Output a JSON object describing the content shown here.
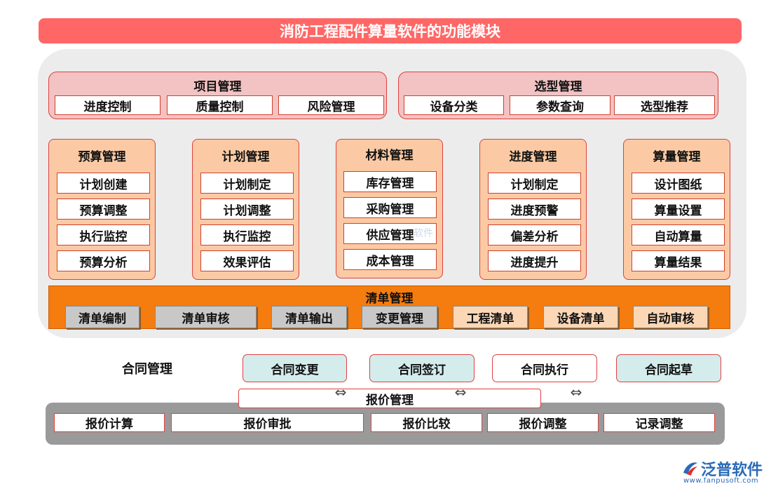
{
  "title": "消防工程配件算量软件的功能模块",
  "xiangmu": {
    "head": "项目管理",
    "items": [
      "进度控制",
      "质量控制",
      "风险管理"
    ]
  },
  "xuanxing": {
    "head": "选型管理",
    "items": [
      "设备分类",
      "参数查询",
      "选型推荐"
    ]
  },
  "columns": [
    {
      "head": "预算管理",
      "items": [
        "计划创建",
        "预算调整",
        "执行监控",
        "预算分析"
      ]
    },
    {
      "head": "计划管理",
      "items": [
        "计划制定",
        "计划调整",
        "执行监控",
        "效果评估"
      ]
    },
    {
      "head": "材料管理",
      "items": [
        "库存管理",
        "采购管理",
        "供应管理",
        "成本管理"
      ]
    },
    {
      "head": "进度管理",
      "items": [
        "计划制定",
        "进度预警",
        "偏差分析",
        "进度提升"
      ]
    },
    {
      "head": "算量管理",
      "items": [
        "设计图纸",
        "算量设置",
        "自动算量",
        "算量结果"
      ]
    }
  ],
  "qingdan": {
    "head": "清单管理",
    "items": [
      "清单编制",
      "清单审核",
      "清单输出",
      "变更管理",
      "工程清单",
      "设备清单",
      "自动审核"
    ]
  },
  "hetong": {
    "head": "合同管理",
    "items": [
      "合同变更",
      "合同签订",
      "合同执行",
      "合同起草"
    ]
  },
  "baojia": {
    "head": "报价管理",
    "items": [
      "报价计算",
      "报价审批",
      "报价比较",
      "报价调整",
      "记录调整"
    ]
  },
  "watermark": "软件",
  "logo": {
    "name": "泛普软件",
    "url": "www.fanpusoft.com"
  },
  "colors": {
    "title_bar": "#ff6766",
    "qingdan_bar": "#f57c0e",
    "peach": "#fbcaa4",
    "pink": "#f3c2c2",
    "teal": "#d5ecec"
  }
}
